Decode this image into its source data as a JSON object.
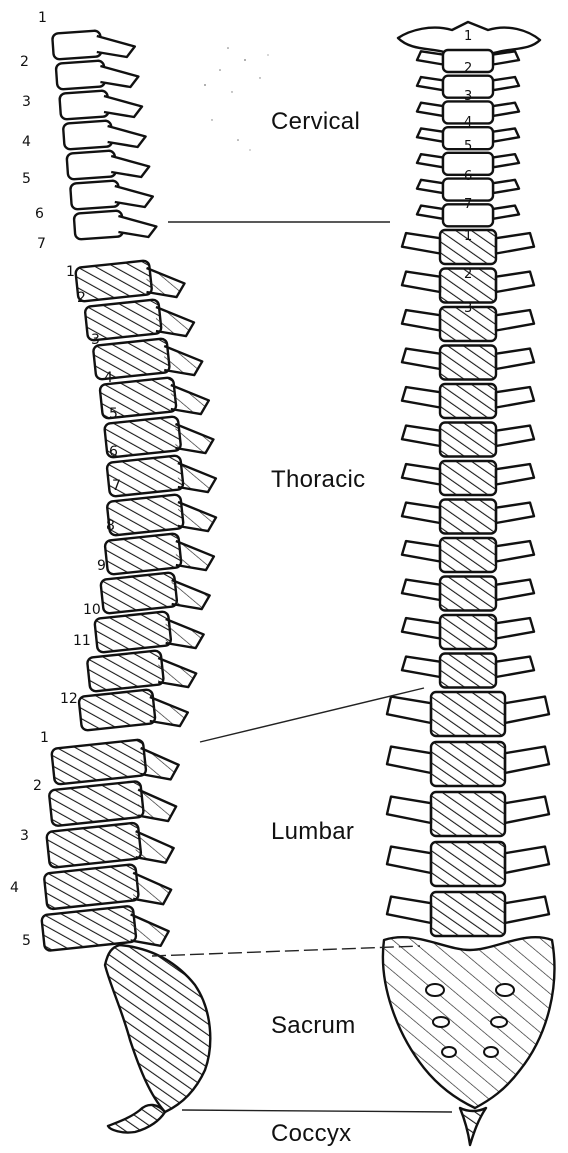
{
  "regions": {
    "cervical": "Cervical",
    "thoracic": "Thoracic",
    "lumbar": "Lumbar",
    "sacrum": "Sacrum",
    "coccyx": "Coccyx"
  },
  "side_view_numbers": {
    "cervical": [
      "1",
      "2",
      "3",
      "4",
      "5",
      "6",
      "7"
    ],
    "thoracic": [
      "1",
      "2",
      "3",
      "4",
      "5",
      "6",
      "7",
      "8",
      "9",
      "10",
      "11",
      "12"
    ],
    "lumbar": [
      "1",
      "2",
      "3",
      "4",
      "5"
    ]
  },
  "front_view_numbers": {
    "cervical": [
      "1",
      "2",
      "3",
      "4",
      "5",
      "6",
      "7"
    ],
    "thoracic": [
      "1",
      "2",
      "3"
    ]
  },
  "colors": {
    "ink": "#111111",
    "paper": "#ffffff"
  }
}
